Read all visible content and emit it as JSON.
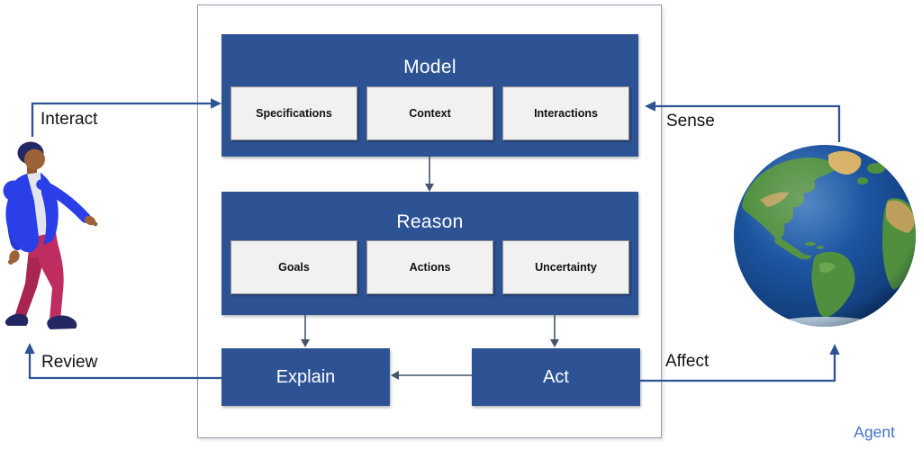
{
  "diagram": {
    "agent_label": "Agent",
    "blocks": {
      "model": {
        "title": "Model",
        "items": [
          "Specifications",
          "Context",
          "Interactions"
        ]
      },
      "reason": {
        "title": "Reason",
        "items": [
          "Goals",
          "Actions",
          "Uncertainty"
        ]
      },
      "explain": {
        "title": "Explain"
      },
      "act": {
        "title": "Act"
      }
    },
    "flow_labels": {
      "interact": "Interact",
      "sense": "Sense",
      "review": "Review",
      "affect": "Affect"
    },
    "colors": {
      "block_blue": "#2e5395",
      "item_gray": "#f1f1f1",
      "connector_gray_blue": "#44546a",
      "outer_arrow_blue": "#2e5395",
      "agent_label_blue": "#4472c4",
      "boundary_border": "#8e99ab"
    },
    "illustrations": {
      "left": "person walking toward agent",
      "right": "planet Earth (western hemisphere)"
    }
  }
}
